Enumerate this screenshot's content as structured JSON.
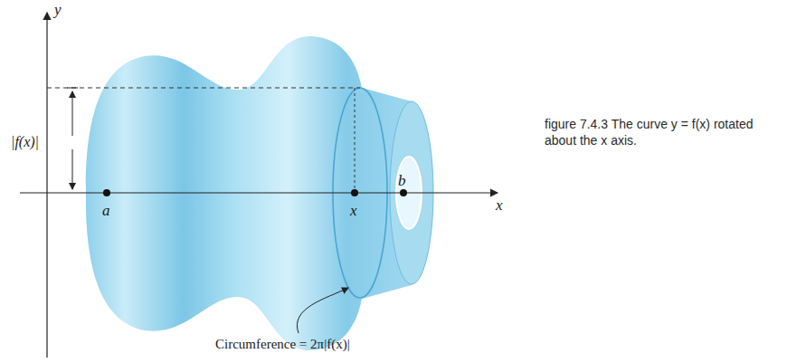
{
  "diagram": {
    "caption": "figure 7.4.3 The curve y = f(x) rotated about the x axis.",
    "labels": [
      "y",
      "|f(x)|",
      "a",
      "x",
      "b",
      "x",
      "Circumference = 2π|f(x)|"
    ]
  }
}
